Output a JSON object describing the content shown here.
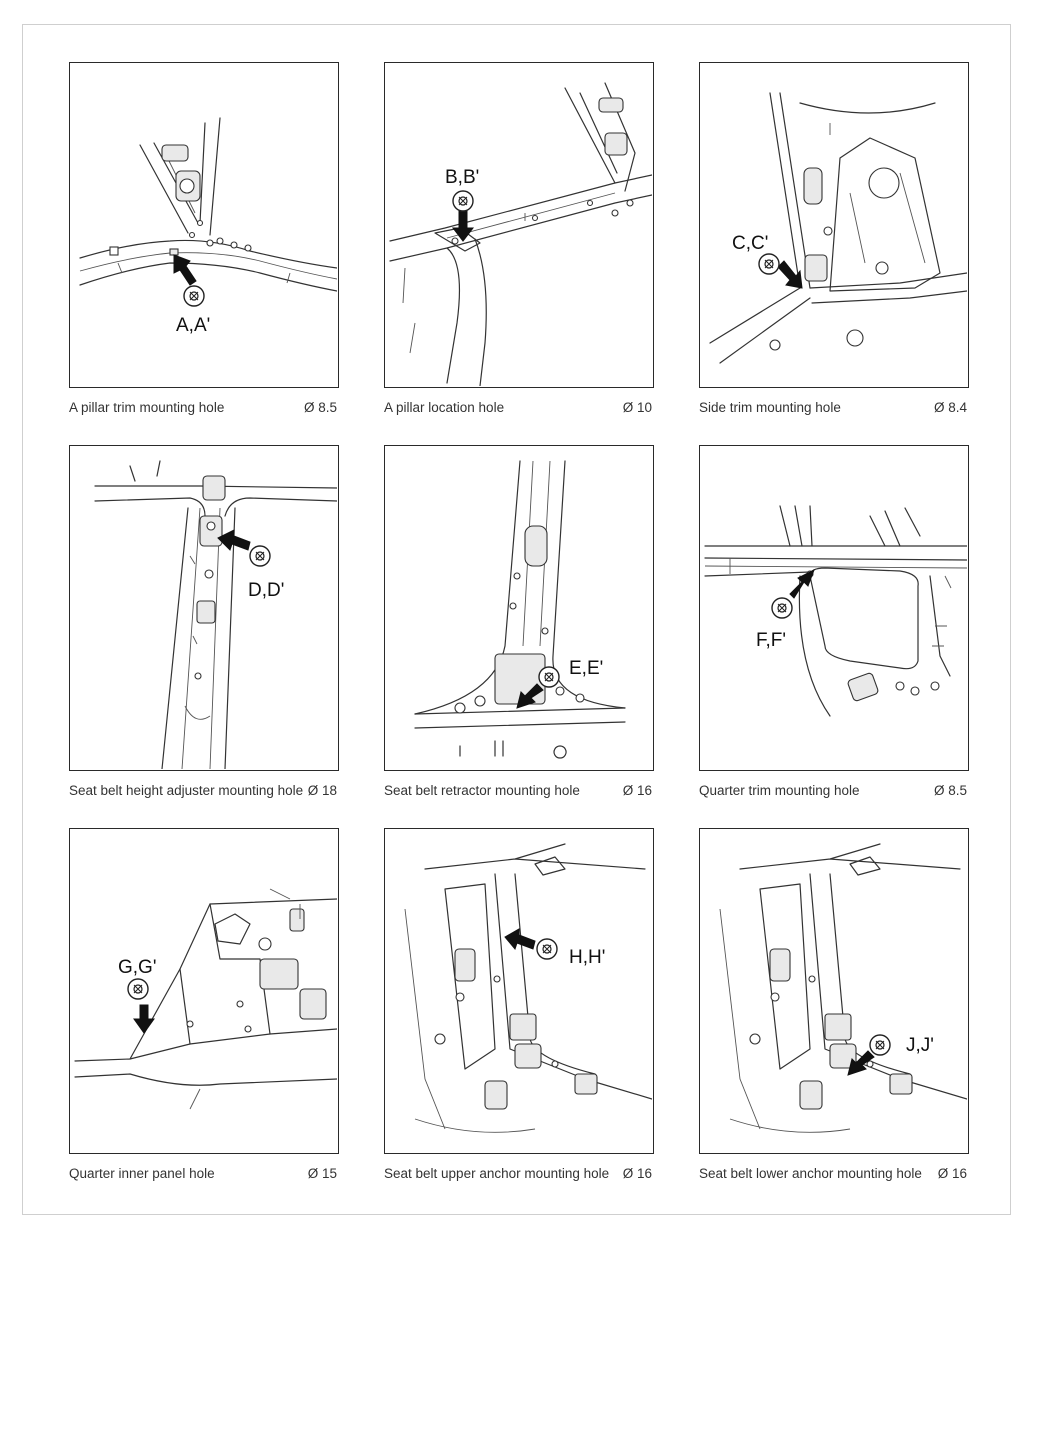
{
  "panels": [
    {
      "label": "A,A'",
      "caption": "A pillar trim mounting hole",
      "dia": "Ø 8.5"
    },
    {
      "label": "B,B'",
      "caption": "A pillar location hole",
      "dia": "Ø 10"
    },
    {
      "label": "C,C'",
      "caption": "Side trim mounting hole",
      "dia": "Ø  8.4"
    },
    {
      "label": "D,D'",
      "caption": "Seat belt height adjuster mounting hole",
      "dia": "Ø 18"
    },
    {
      "label": "E,E'",
      "caption": "Seat belt retractor mounting hole",
      "dia": "Ø 16"
    },
    {
      "label": "F,F'",
      "caption": "Quarter trim mounting hole",
      "dia": "Ø  8.5"
    },
    {
      "label": "G,G'",
      "caption": "Quarter inner panel hole",
      "dia": "Ø 15"
    },
    {
      "label": "H,H'",
      "caption": "Seat belt upper anchor mounting hole",
      "dia": "Ø 16"
    },
    {
      "label": "J,J'",
      "caption": "Seat belt lower anchor mounting hole",
      "dia": "Ø  16"
    }
  ],
  "icons": {
    "marker": "hole-marker-icon",
    "arrow": "pointer-arrow-icon"
  }
}
